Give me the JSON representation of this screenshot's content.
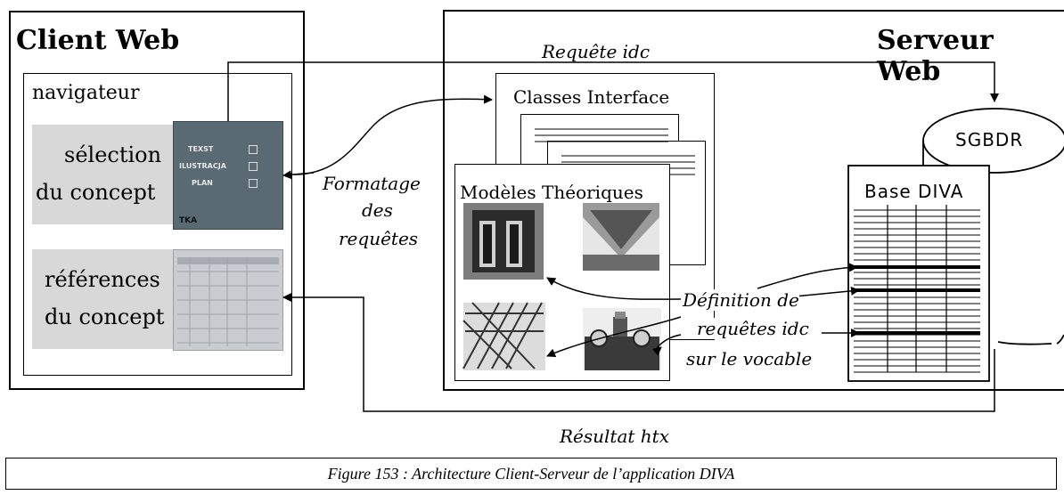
{
  "client": {
    "title": "Client Web",
    "browser_label": "navigateur",
    "selection_line1": "sélection",
    "selection_line2": "du concept",
    "references_line1": "références",
    "references_line2": "du concept",
    "menu_items": [
      "TEXST",
      "ILUSTRACJA",
      "PLAN"
    ],
    "menu_footer": "TKA"
  },
  "server": {
    "title": "Serveur Web",
    "classes_label": "Classes Interface",
    "models_label": "Modèles Théoriques",
    "db_label": "SGBDR",
    "base_label": "Base DIVA"
  },
  "annotations": {
    "request_idc": "Requête idc",
    "formatting": [
      "Formatage",
      "des",
      "requêtes"
    ],
    "definition": [
      "Définition de",
      "requêtes idc",
      "sur le vocable"
    ],
    "result": "Résultat htx"
  },
  "caption": "Figure 153 : Architecture Client-Serveur de l’application DIVA"
}
